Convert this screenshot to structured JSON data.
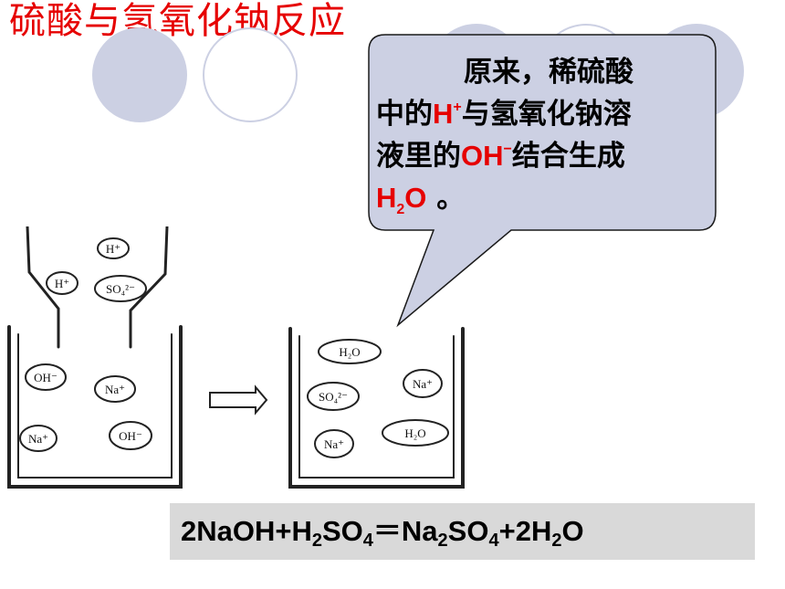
{
  "title": "硫酸与氢氧化钠反应",
  "bubble": {
    "line1": "原来，稀硫酸",
    "line2_pre": "中的",
    "line2_ion": "H",
    "line2_ion_charge": "+",
    "line2_post": "与氢氧化钠溶",
    "line3_pre": "液里的",
    "line3_ion": "OH",
    "line3_ion_charge": "−",
    "line3_post": "结合生成",
    "line4_formula_h": "H",
    "line4_formula_sub": "2",
    "line4_formula_o": "O",
    "line4_post": " 。"
  },
  "diagram": {
    "funnel_ions": [
      "H⁺",
      "H⁺",
      "SO₄²⁻"
    ],
    "beaker_before_ions": [
      "OH⁻",
      "Na⁺",
      "Na⁺",
      "OH⁻"
    ],
    "beaker_after_ions": [
      "H₂O",
      "SO₄²⁻",
      "Na⁺",
      "Na⁺",
      "H₂O"
    ],
    "arrow": "⇨"
  },
  "equation": {
    "p1": "2NaOH+H",
    "s1": "2",
    "p2": "SO",
    "s2": "4",
    "p3": "＝Na",
    "s3": "2",
    "p4": "SO",
    "s4": "4",
    "p5": "+2H",
    "s5": "2",
    "p6": "O"
  },
  "colors": {
    "title": "#e60000",
    "ion_highlight": "#e60000",
    "decor": "#ccd0e3",
    "bubble_fill": "#ccd0e3",
    "equation_bg": "#d9d9d9"
  }
}
